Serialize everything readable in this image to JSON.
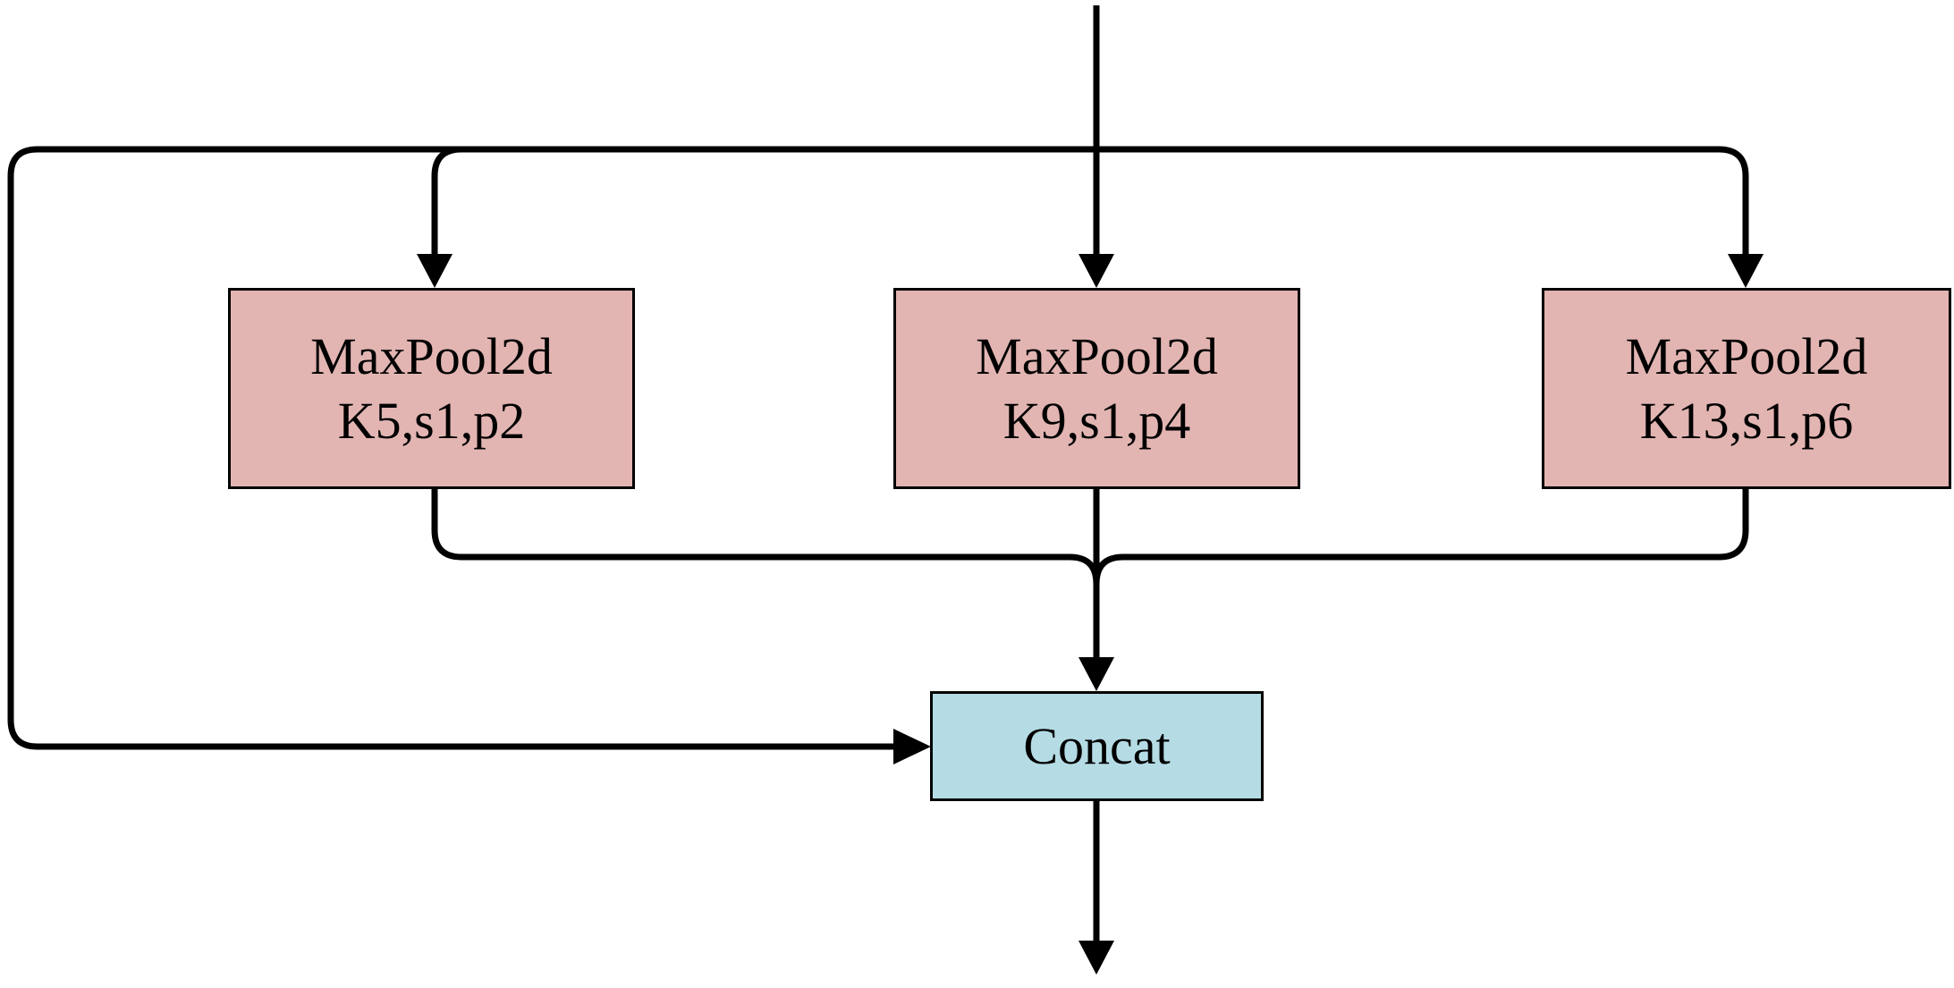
{
  "colors": {
    "pool-fill": "#e2b5b2",
    "concat-fill": "#b5dce5",
    "line": "#000000",
    "node-border": "#000000",
    "canvas-bg": "#ffffff",
    "text": "#000000"
  },
  "nodes": {
    "pool_k5": {
      "lines": [
        "MaxPool2d",
        "K5,s1,p2"
      ]
    },
    "pool_k9": {
      "lines": [
        "MaxPool2d",
        "K9,s1,p4"
      ]
    },
    "pool_k13": {
      "lines": [
        "MaxPool2d",
        "K13,s1,p6"
      ]
    },
    "concat": {
      "label": "Concat"
    }
  },
  "edges": [
    {
      "from": "input",
      "to": "pool_k5"
    },
    {
      "from": "input",
      "to": "pool_k9"
    },
    {
      "from": "input",
      "to": "pool_k13"
    },
    {
      "from": "input",
      "to": "concat"
    },
    {
      "from": "pool_k5",
      "to": "concat"
    },
    {
      "from": "pool_k9",
      "to": "concat"
    },
    {
      "from": "pool_k13",
      "to": "concat"
    },
    {
      "from": "concat",
      "to": "output"
    }
  ]
}
